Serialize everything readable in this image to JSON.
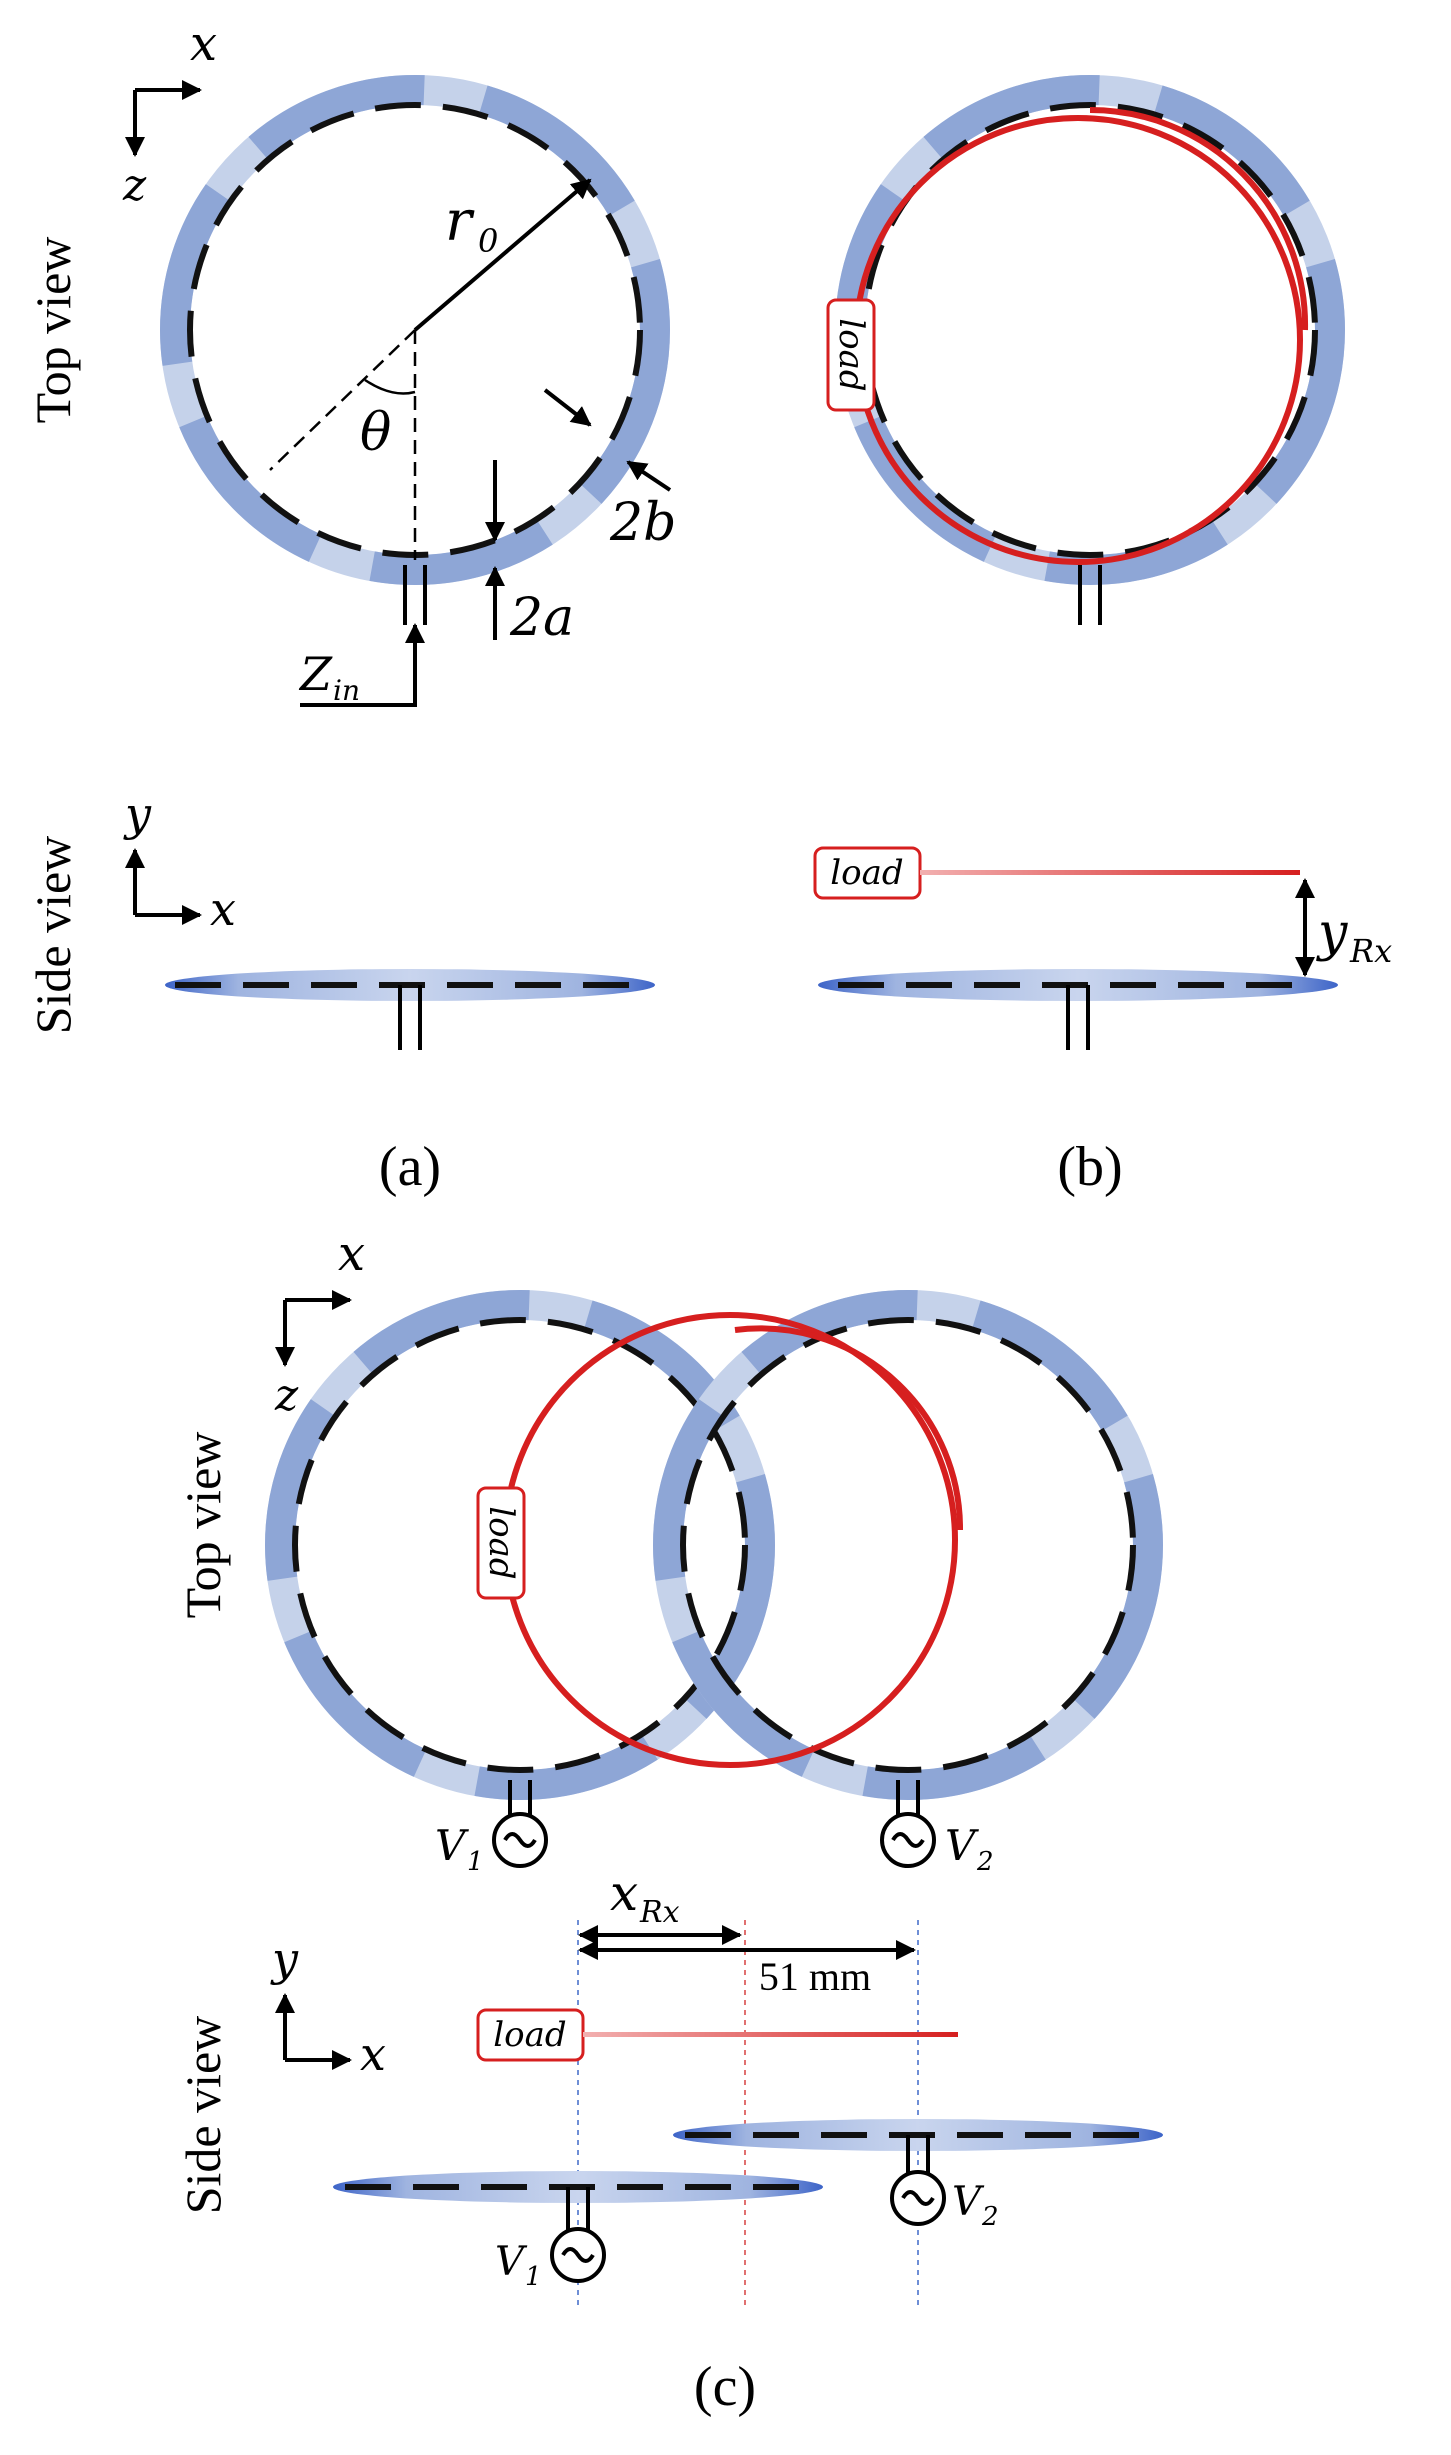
{
  "panel_a": {
    "top_view_label": "Top view",
    "side_view_label": "Side view",
    "axis_x": "x",
    "axis_z": "z",
    "axis_y": "y",
    "radius_label": "r",
    "radius_sub": "0",
    "angle_label": "θ",
    "width_label": "2b",
    "gap_label": "2a",
    "input_label": "Z",
    "input_sub": "in",
    "caption": "(a)"
  },
  "panel_b": {
    "load_top": "load",
    "load_side": "load",
    "height_label": "y",
    "height_sub": "Rx",
    "caption": "(b)"
  },
  "panel_c": {
    "top_view_label": "Top view",
    "side_view_label": "Side view",
    "axis_x": "x",
    "axis_z": "z",
    "axis_y": "y",
    "load_top": "load",
    "load_side": "load",
    "source1": "V",
    "source1_sub": "1",
    "source2": "V",
    "source2_sub": "2",
    "offset_label": "x",
    "offset_sub": "Rx",
    "distance_label": "51 mm",
    "caption": "(c)"
  },
  "colors": {
    "ring": "#8ea6d6",
    "ring_light": "#c5d2ea",
    "receiver": "#d61f1f",
    "conductor": "#111111"
  }
}
